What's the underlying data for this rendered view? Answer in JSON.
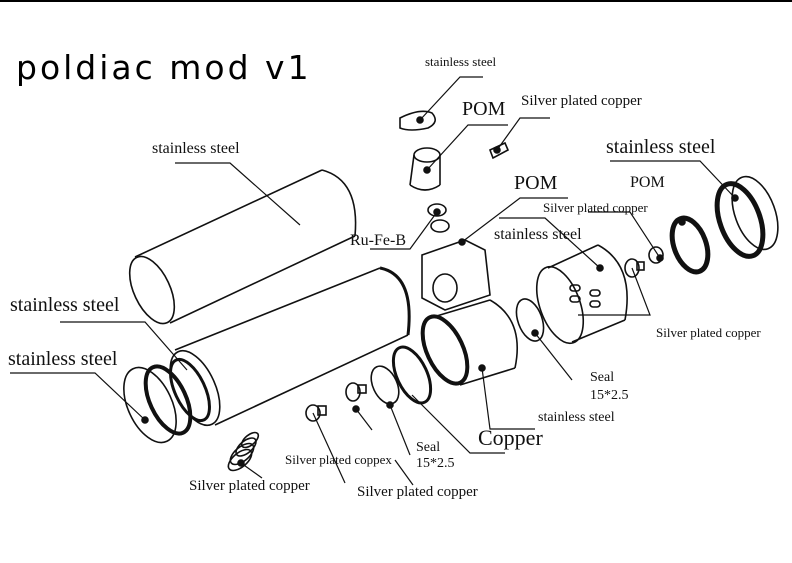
{
  "title": "poldiac mod v1",
  "labels": {
    "top_cap": "stainless steel",
    "pom_top": "POM",
    "pin_top": "Silver plated copper",
    "tube_upper": "stainless steel",
    "ring_right": "stainless steel",
    "pom_mid": "POM",
    "pom_right": "POM",
    "pin_right": "Silver plated copper",
    "sleeve": "stainless steel",
    "magnet": "Ru-Fe-B",
    "tube_lower": "stainless steel",
    "end_cap": "stainless steel",
    "contact_right": "Silver plated copper",
    "seal_right_1": "Seal",
    "seal_right_2": "15*2.5",
    "body_steel": "stainless steel",
    "copper": "Copper",
    "seal_left_1": "Seal",
    "seal_left_2": "15*2.5",
    "contact_small": "Silver plated coppex",
    "spring": "Silver plated copper",
    "contact_bottom": "Silver plated copper"
  }
}
